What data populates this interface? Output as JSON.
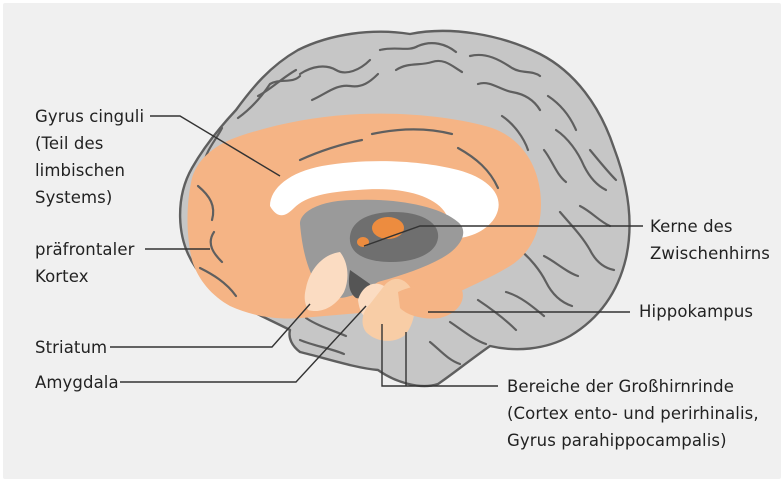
{
  "labels": {
    "gyrus_cinguli": [
      "Gyrus cinguli",
      "(Teil des",
      "limbischen",
      "Systems)"
    ],
    "praefrontaler_kortex": [
      "präfrontaler",
      "Kortex"
    ],
    "striatum": "Striatum",
    "amygdala": "Amygdala",
    "kerne_zwischenhirn": [
      "Kerne des",
      "Zwischenhirns"
    ],
    "hippokampus": "Hippokampus",
    "bereiche_grosshirnrinde": [
      "Bereiche der Großhirnrinde",
      "(Cortex ento- und perirhinalis,",
      "Gyrus parahippocampalis)"
    ]
  },
  "colors": {
    "background": "#f0f0f0",
    "brain_gray": "#c6c6c6",
    "sulcus_lines": "#5f5f5f",
    "limbic_orange": "#f5b485",
    "striatum_peach": "#fbdcc2",
    "diencephalon_dark": "#7c7c7c",
    "nuclei_orange": "#ed8c3f",
    "corpus_callosum": "#ffffff",
    "leader_lines": "#333333"
  }
}
